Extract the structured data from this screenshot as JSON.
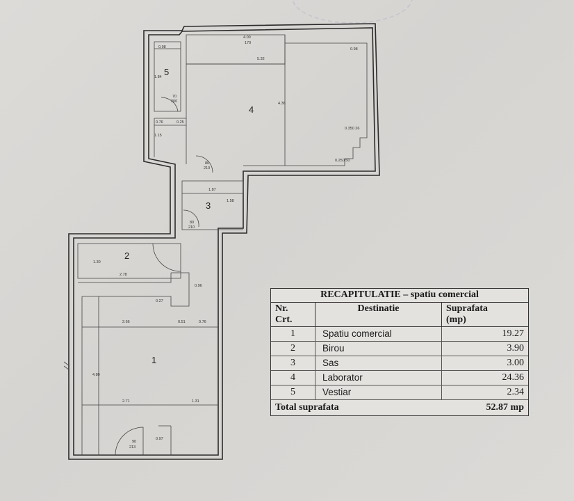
{
  "plan": {
    "rooms": [
      {
        "label": "1"
      },
      {
        "label": "2"
      },
      {
        "label": "3"
      },
      {
        "label": "4"
      },
      {
        "label": "5"
      }
    ],
    "dimensions": {
      "d_4_90": "4.00",
      "d_4_170": "170",
      "d_5_32": "5.32",
      "d_0_98a": "0.98",
      "d_0_98b": "0.98",
      "d_1_84": "1.84",
      "d_4_36": "4.36",
      "d_0_350": "0.350 26",
      "d_0_250": "0.250 50",
      "d_door_5a": "70",
      "d_door_5b": "200",
      "d_0_76": "0.76",
      "d_0_25": "0.25",
      "d_1_15": "1.15",
      "d_door_4a": "80",
      "d_door_4b": "210",
      "d_1_87": "1.87",
      "d_1_58": "1.58",
      "d_door_3a": "80",
      "d_door_3b": "210",
      "d_1_30": "1.30",
      "d_2_78": "2.78",
      "d_0_27": "0.27",
      "d_0_96": "0.96",
      "d_2_66": "2.66",
      "d_0_51": "0.51",
      "d_0_76b": "0.76",
      "d_4_80": "4.80",
      "d_2_71": "2.71",
      "d_1_31": "1.31",
      "d_door_1a": "90",
      "d_door_1b": "213",
      "d_0_97": "0.97"
    }
  },
  "recap": {
    "title": "RECAPITULATIE – spatiu comercial",
    "headers": {
      "nr": "Nr.\nCrt.",
      "dest": "Destinatie",
      "area": "Suprafata\n(mp)"
    },
    "rows": [
      {
        "nr": "1",
        "dest": "Spatiu comercial",
        "area": "19.27"
      },
      {
        "nr": "2",
        "dest": "Birou",
        "area": "3.90"
      },
      {
        "nr": "3",
        "dest": "Sas",
        "area": "3.00"
      },
      {
        "nr": "4",
        "dest": "Laborator",
        "area": "24.36"
      },
      {
        "nr": "5",
        "dest": "Vestiar",
        "area": "2.34"
      }
    ],
    "total_label": "Total suprafata",
    "total_value": "52.87 mp"
  }
}
